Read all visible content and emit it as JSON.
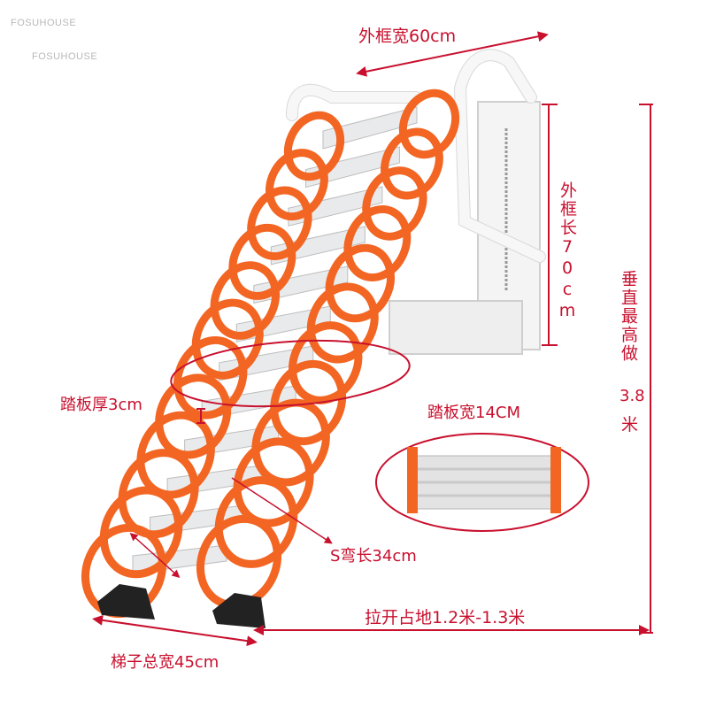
{
  "watermark": "FOSUHOUSE",
  "labels": {
    "outer_frame_width": "外框宽60cm",
    "outer_frame_length": "外框长70cm",
    "max_vertical_height_line1": "垂直最高做",
    "max_vertical_height_line2": "3.8",
    "max_vertical_height_line3": "米",
    "tread_thickness": "踏板厚3cm",
    "tread_width": "踏板宽14CM",
    "s_bend_length": "S弯长34cm",
    "footprint": "拉开占地1.2米-1.3米",
    "total_width": "梯子总宽45cm"
  },
  "colors": {
    "accent": "#c8102e",
    "ladder_orange": "#f26522",
    "tread": "#e9eaec",
    "frame": "#f2f2f2"
  }
}
